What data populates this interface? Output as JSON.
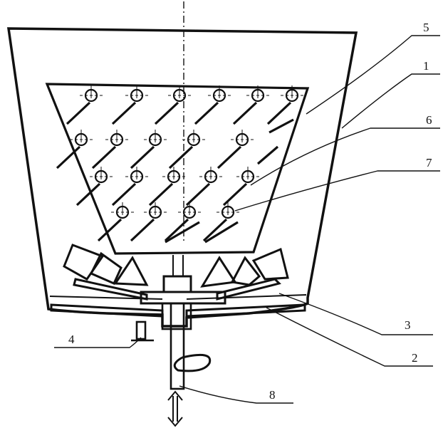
{
  "figure": {
    "callouts": [
      {
        "id": "5",
        "text": "5"
      },
      {
        "id": "1",
        "text": "1"
      },
      {
        "id": "6",
        "text": "6"
      },
      {
        "id": "7",
        "text": "7"
      },
      {
        "id": "3",
        "text": "3"
      },
      {
        "id": "4",
        "text": "4"
      },
      {
        "id": "2",
        "text": "2"
      },
      {
        "id": "8",
        "text": "8"
      }
    ],
    "nozzle_grid": {
      "rows": [
        6,
        5,
        5,
        4
      ],
      "count": 20
    },
    "colors": {
      "ink": "#111111",
      "background": "#ffffff"
    }
  }
}
